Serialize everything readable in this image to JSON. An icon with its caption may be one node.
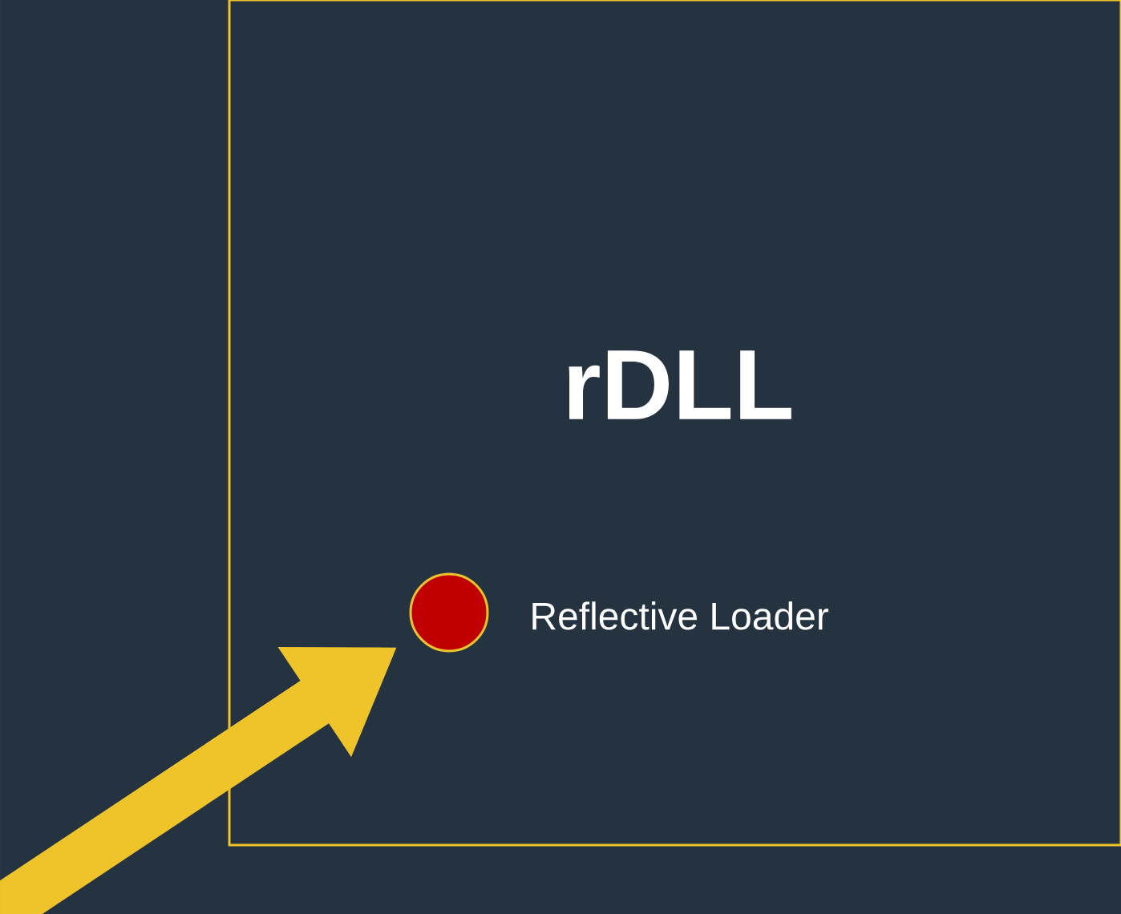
{
  "diagram": {
    "nodes": [
      {
        "text": [
          "rDLL"
        ]
      },
      {
        "text": [],
        "shape": "circle",
        "in": 0,
        "beside": [
          "Reflective Loader"
        ]
      }
    ],
    "edges": [
      {
        "from": null,
        "to": 1,
        "arrow": "to",
        "color": "#efc42b"
      }
    ]
  }
}
